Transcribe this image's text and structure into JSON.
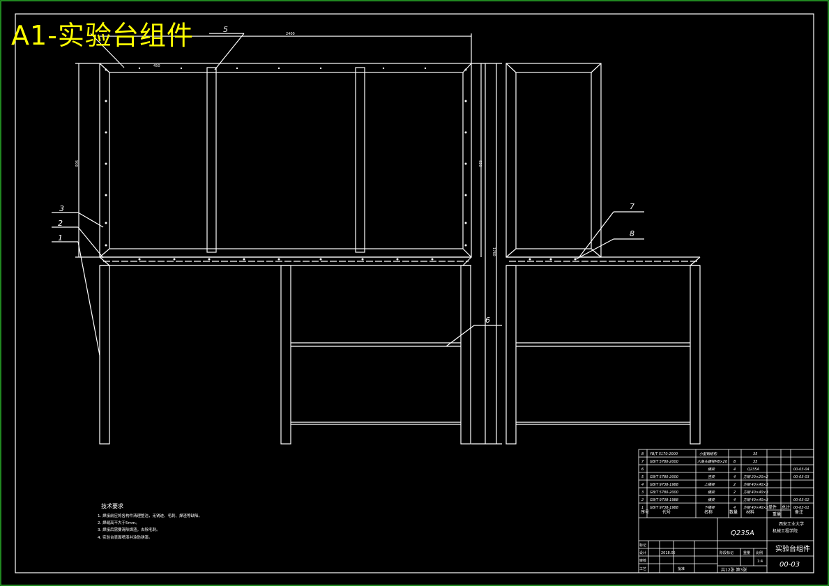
{
  "title": "A1-实验台组件",
  "callouts": [
    "5",
    "3",
    "2",
    "1",
    "7",
    "8",
    "6"
  ],
  "dimensions": {
    "top_width": "2400",
    "left_height": "900",
    "right_height_upper": "920",
    "right_height_total": "1760",
    "sub_spacing": "450"
  },
  "tech_requirements": {
    "heading": "技术要求",
    "items": [
      "1. 焊接前应将各构件清理整洁，无锈迹、毛刺、焊渣等缺陷。",
      "2. 焊缝高不大于5mm。",
      "3. 焊接后需要清除焊渣，去除毛刺。",
      "4. 实验台表面喷漆并涂防锈漆。"
    ]
  },
  "parts_list": [
    {
      "no": "8",
      "code": "YB/T 5170-2000",
      "name": "小型钢结构",
      "qty": "",
      "material": "35",
      "note": ""
    },
    {
      "no": "7",
      "code": "GB/T 5780-2000",
      "name": "六角头螺栓M8×20",
      "qty": "8",
      "material": "35",
      "note": ""
    },
    {
      "no": "6",
      "code": "",
      "name": "横梁",
      "qty": "4",
      "material": "Q235A",
      "note": "00-03-04"
    },
    {
      "no": "5",
      "code": "GB/T 5780-2000",
      "name": "竖梁",
      "qty": "4",
      "material": "方钢 20×20×2",
      "note": "00-03-03"
    },
    {
      "no": "4",
      "code": "GB/T 9738-1988",
      "name": "上横梁",
      "qty": "2",
      "material": "方钢 40×40×3",
      "note": ""
    },
    {
      "no": "3",
      "code": "GB/T 5780-2000",
      "name": "横梁",
      "qty": "2",
      "material": "方钢 40×40×3",
      "note": ""
    },
    {
      "no": "2",
      "code": "GB/T 9738-1988",
      "name": "横梁",
      "qty": "4",
      "material": "方钢 40×40×3",
      "note": "00-03-02"
    },
    {
      "no": "1",
      "code": "GB/T 9738-1988",
      "name": "下横梁",
      "qty": "4",
      "material": "方钢 40×40×3",
      "note": "00-03-01"
    }
  ],
  "parts_header": {
    "no": "序号",
    "code": "代号",
    "name": "名称",
    "qty": "数量",
    "material": "材料",
    "weight": "重量",
    "note": "备注",
    "single": "单件",
    "total": "总计"
  },
  "title_block": {
    "material_label": "Q235A",
    "school": "西安工业大学",
    "dept": "机械工程学院",
    "drawing_name": "实验台组件",
    "drawing_no": "00-03",
    "scale": "1:4",
    "sheet": "共12张 第3张",
    "stage_label": "阶段标记",
    "weight_label": "重量",
    "scale_label": "比例",
    "rows": [
      "标记",
      "设计",
      "审核",
      "工艺"
    ],
    "date": "2018.05",
    "approve": "批准"
  }
}
